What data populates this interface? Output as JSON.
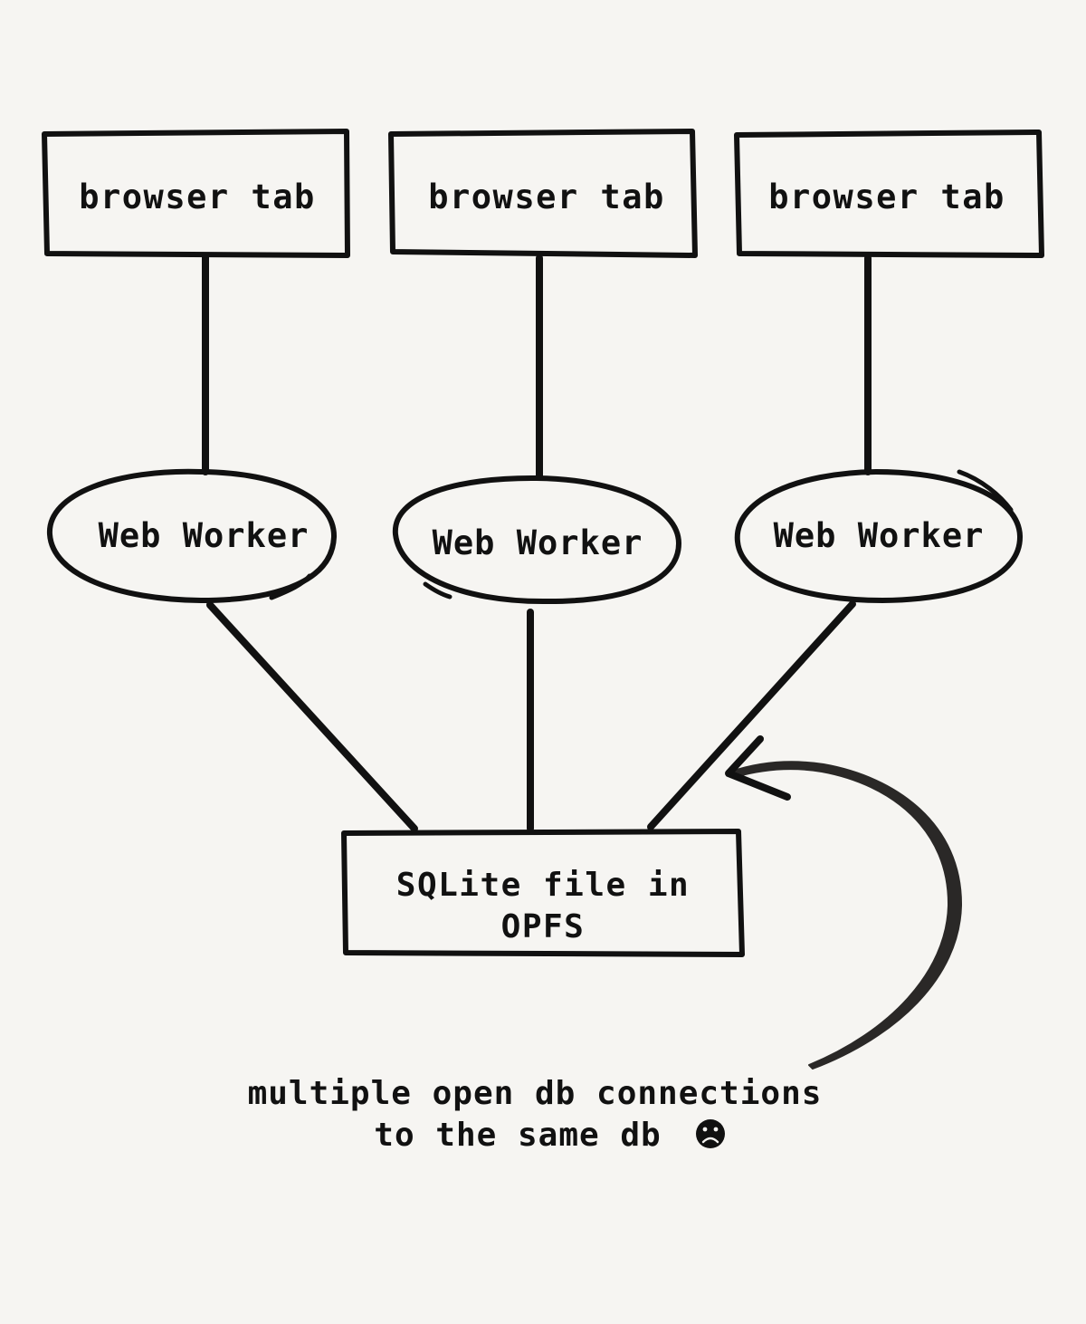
{
  "diagram": {
    "tabs": [
      {
        "label": "browser tab"
      },
      {
        "label": "browser tab"
      },
      {
        "label": "browser tab"
      }
    ],
    "workers": [
      {
        "label": "Web Worker"
      },
      {
        "label": "Web Worker"
      },
      {
        "label": "Web Worker"
      }
    ],
    "database": {
      "line1": "SQLite file in",
      "line2": "OPFS"
    },
    "annotation": {
      "line1": "multiple open db connections",
      "line2": "to the same db",
      "emoji_icon": "frowning-face-icon",
      "emoji_glyph": "☹"
    },
    "colors": {
      "background": "#f6f5f2",
      "ink": "#111111"
    }
  }
}
